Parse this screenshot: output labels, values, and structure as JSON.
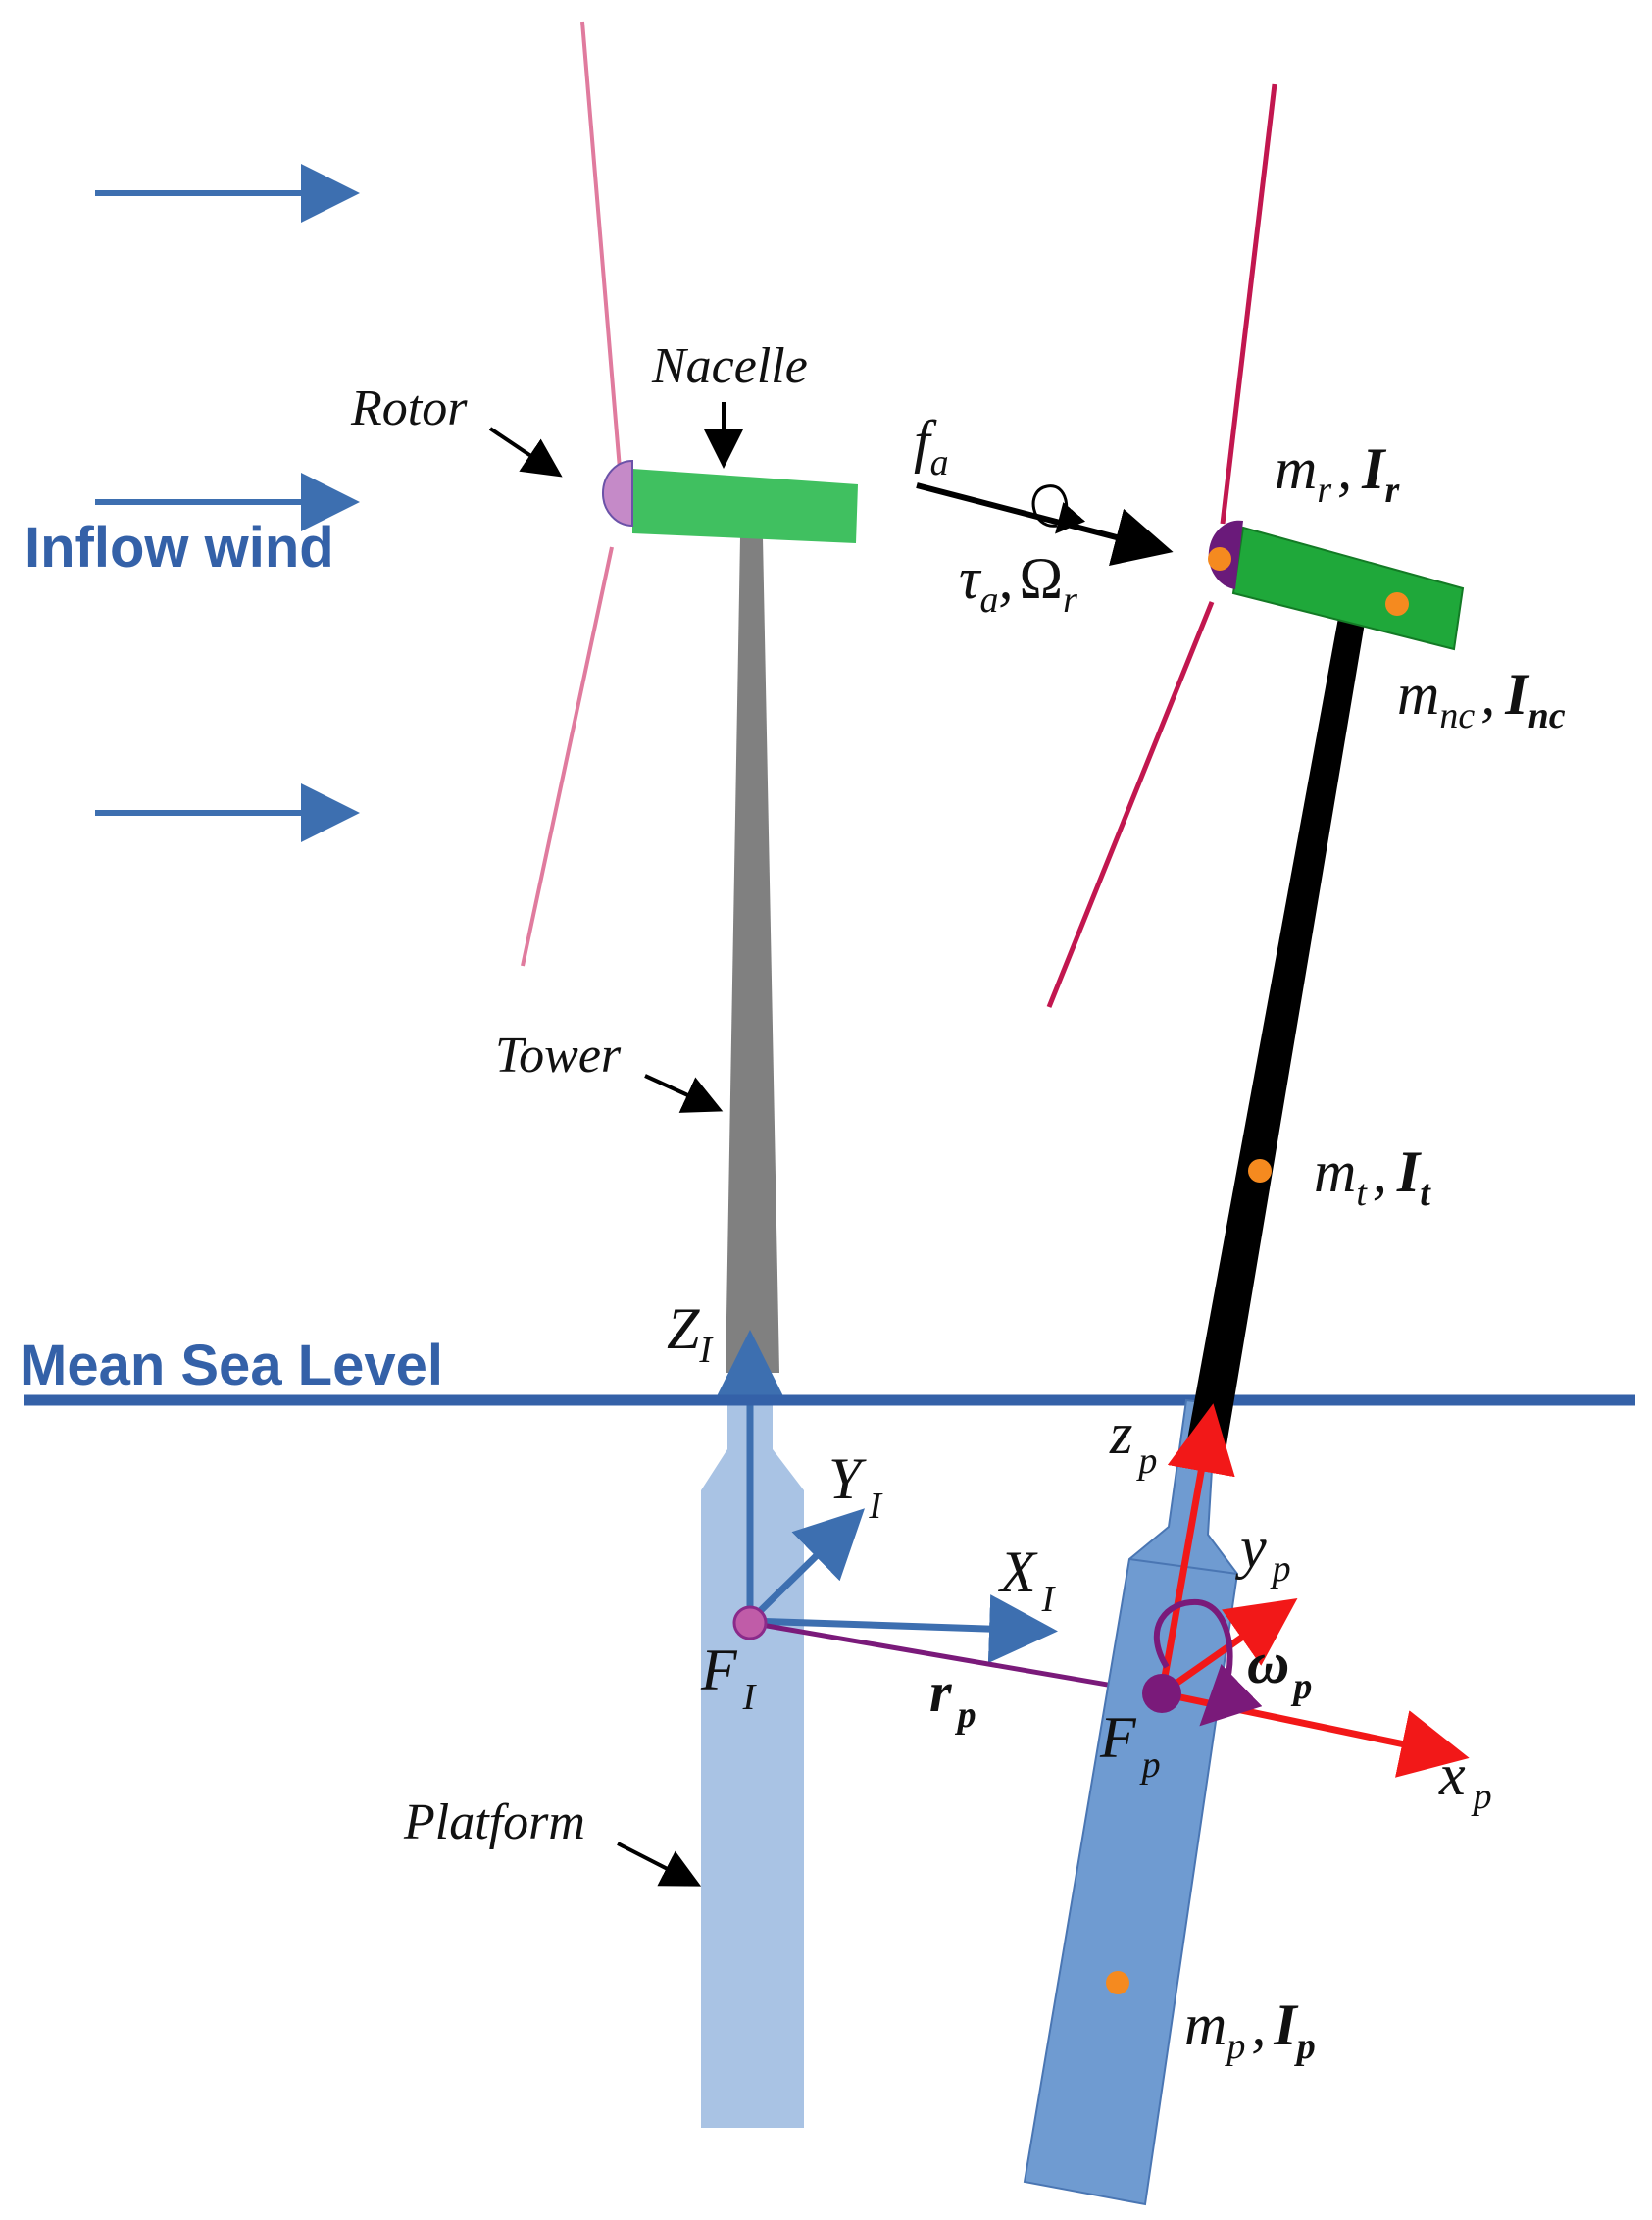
{
  "labels": {
    "inflow_wind": "Inflow wind",
    "mean_sea_level": "Mean Sea Level",
    "rotor": "Rotor",
    "nacelle": "Nacelle",
    "tower": "Tower",
    "platform": "Platform"
  },
  "symbols": {
    "fa": {
      "main": "f",
      "sub": "a"
    },
    "tau_omega": {
      "tau": "τ",
      "tau_sub": "a",
      "comma": ",",
      "omega": "Ω",
      "omega_sub": "r"
    },
    "mr_Ir": {
      "m": "m",
      "m_sub": "r",
      "comma": ",",
      "I": "I",
      "I_sub": "r"
    },
    "mnc_Inc": {
      "m": "m",
      "m_sub": "nc",
      "comma": ",",
      "I": "I",
      "I_sub": "nc"
    },
    "mt_It": {
      "m": "m",
      "m_sub": "t",
      "comma": ",",
      "I": "I",
      "I_sub": "t"
    },
    "mp_Ip": {
      "m": "m",
      "m_sub": "p",
      "comma": ",",
      "I": "I",
      "I_sub": "p"
    },
    "ZI": {
      "main": "Z",
      "sub": "I"
    },
    "YI": {
      "main": "Y",
      "sub": "I"
    },
    "XI": {
      "main": "X",
      "sub": "I"
    },
    "FI": {
      "main": "F",
      "sub": "I"
    },
    "rp": {
      "main": "r",
      "sub": "p"
    },
    "zp": {
      "main": "z",
      "sub": "p"
    },
    "yp": {
      "main": "y",
      "sub": "p"
    },
    "xp": {
      "main": "x",
      "sub": "p"
    },
    "Fp": {
      "main": "F",
      "sub": "p"
    },
    "omega_p": {
      "main": "ω",
      "sub": "p"
    }
  },
  "colors": {
    "wind_arrow": "#3d6fb0",
    "blade_left": "#e07b9e",
    "blade_right": "#c2174f",
    "nacelle": "#40c060",
    "nacelle_right": "#1fa83a",
    "tower_left": "#808080",
    "tower_right": "#000000",
    "platform_left": "#a9c3e4",
    "platform_right": "#6f9bd1",
    "sea_level": "#3461a8",
    "inertial_frame": "#3d6fb0",
    "body_frame": "#f21818",
    "position_vector": "#7a1a7a",
    "cog_marker": "#f58a1f"
  }
}
